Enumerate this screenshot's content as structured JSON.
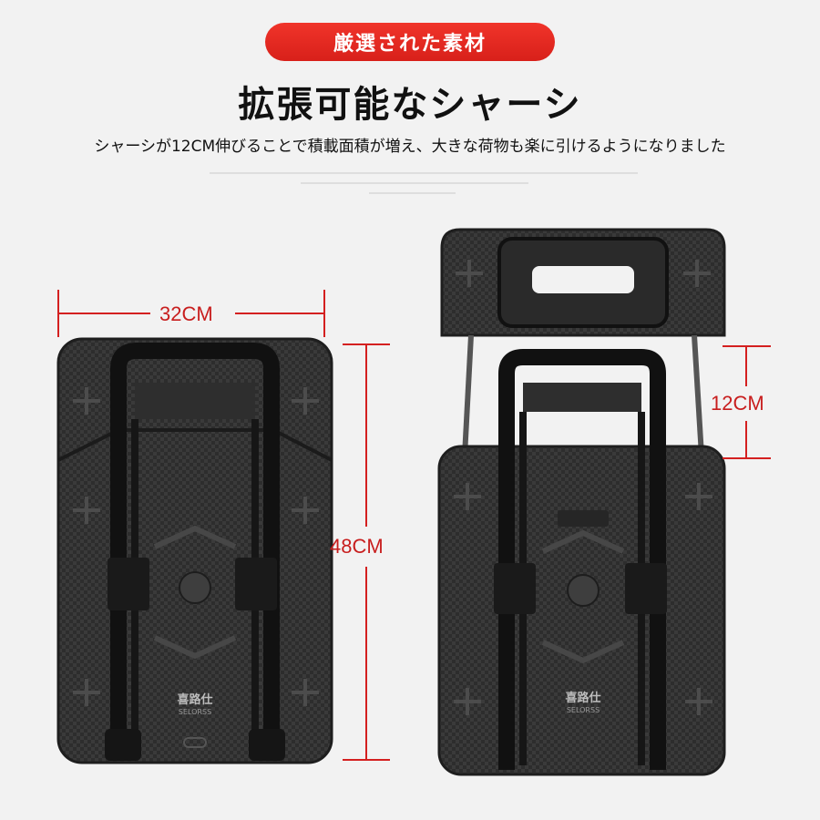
{
  "badge": {
    "label": "厳選された素材"
  },
  "heading": {
    "title": "拡張可能なシャーシ"
  },
  "description": {
    "text": "シャーシが12CM伸びることで積載面積が増え、大きな荷物も楽に引けるようになりました"
  },
  "dimensions": {
    "width": "32CM",
    "height": "48CM",
    "extension": "12CM"
  },
  "brand": {
    "chinese": "喜路仕",
    "latin": "SELORSS"
  },
  "colors": {
    "accent": "#e52a22",
    "dimension_line": "#d42020",
    "body": "#2b2b2b"
  }
}
